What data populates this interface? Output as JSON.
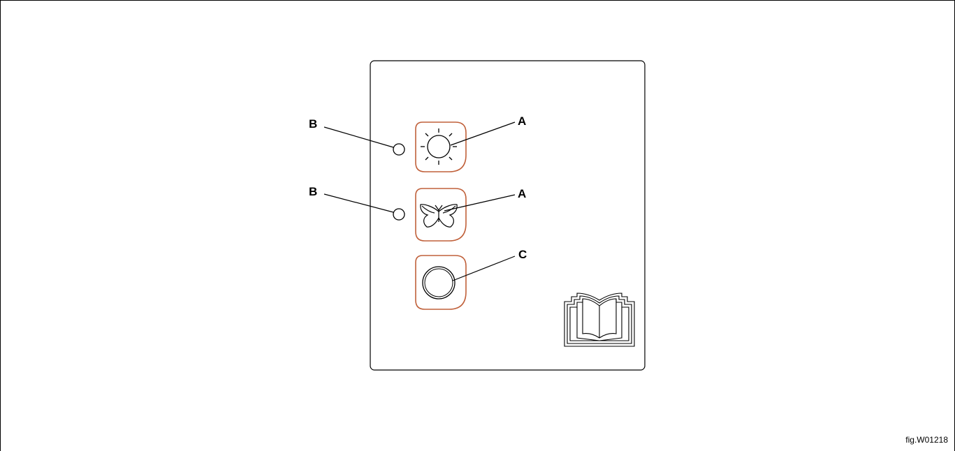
{
  "callouts": {
    "button_top": "A",
    "button_middle": "A",
    "led_top": "B",
    "led_middle": "B",
    "button_bottom": "C"
  },
  "figure_ref": "fig.W01218",
  "colors": {
    "button_outline": "#c0603a",
    "line": "#000000",
    "background": "#ffffff"
  },
  "icons": {
    "button_top": "sun-icon",
    "button_middle": "butterfly-icon",
    "button_bottom": "circle-icon",
    "manual": "open-book-icon"
  }
}
